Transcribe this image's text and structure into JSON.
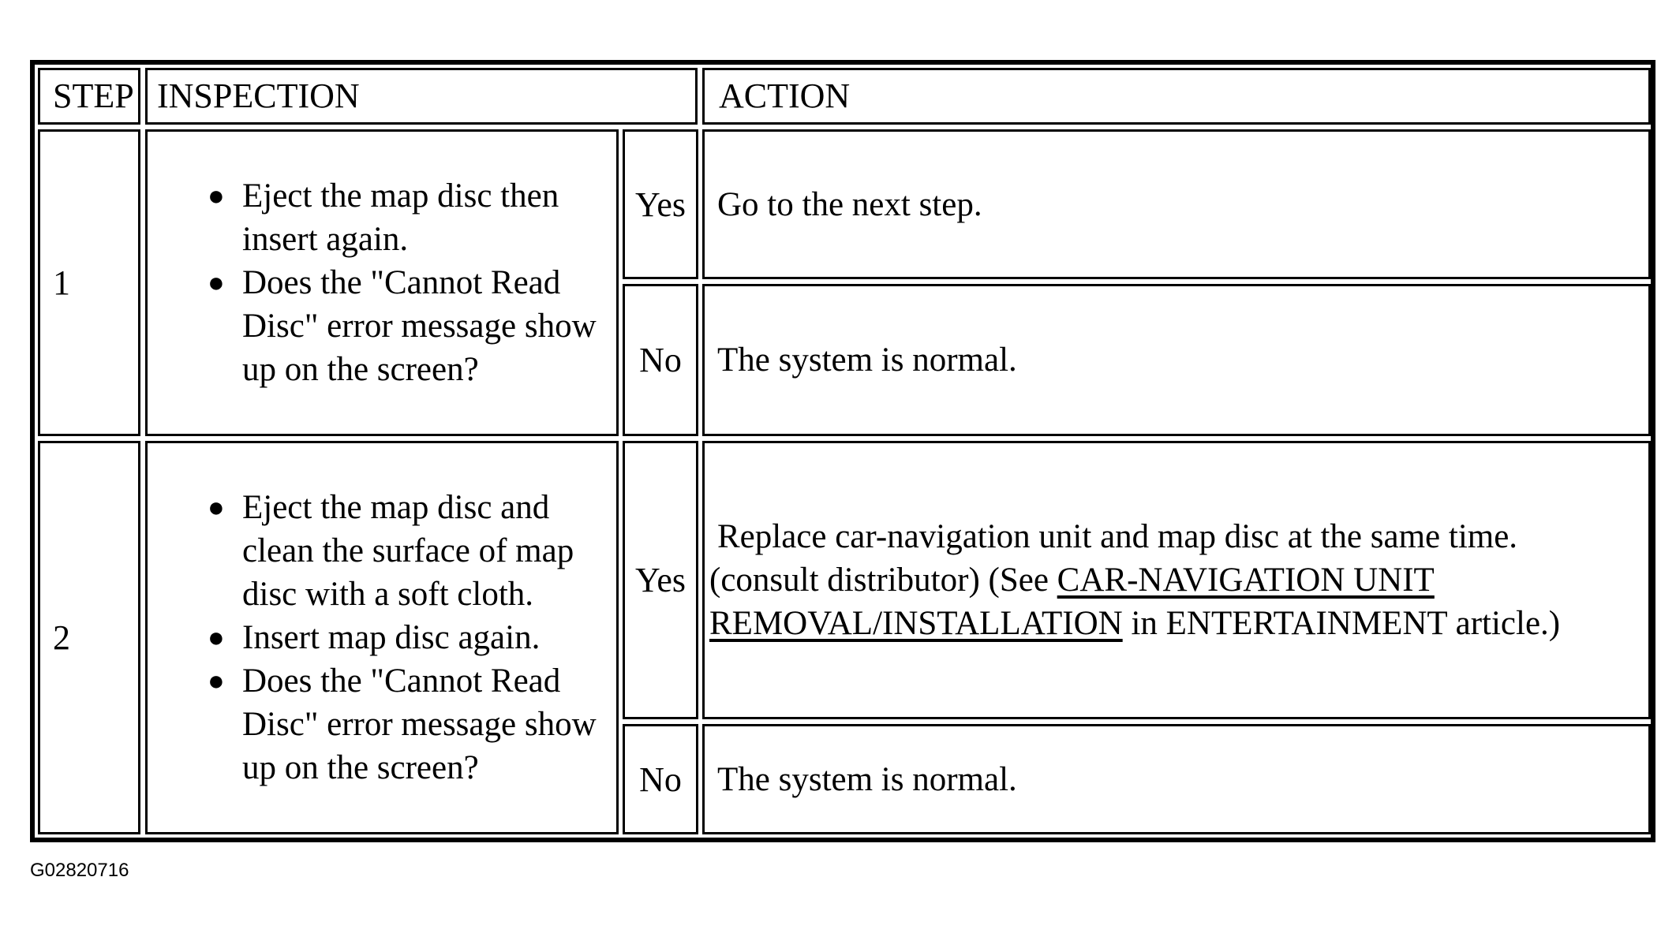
{
  "table": {
    "headers": {
      "step": "STEP",
      "inspection": "INSPECTION",
      "action": "ACTION"
    },
    "rows": [
      {
        "step": "1",
        "inspection": [
          "Eject the map disc then insert again.",
          "Does the \"Cannot Read Disc\" error message show up on the screen?"
        ],
        "yes_label": "Yes",
        "yes_action": "Go to the next step.",
        "no_label": "No",
        "no_action": "The system is normal."
      },
      {
        "step": "2",
        "inspection": [
          "Eject the map disc and clean the surface of map disc with a soft cloth.",
          "Insert map disc again.",
          "Does the \"Cannot Read Disc\" error message show up on the screen?"
        ],
        "yes_label": "Yes",
        "yes_action": {
          "line1": "Replace car-navigation unit and map disc at the same time.",
          "text_before_link": "(consult distributor) (See ",
          "link_text": "CAR-NAVIGATION UNIT REMOVAL/INSTALLATION",
          "text_after_link": " in ENTERTAINMENT article.)"
        },
        "no_label": "No",
        "no_action": "The system is normal."
      }
    ]
  },
  "figure_id": "G02820716"
}
